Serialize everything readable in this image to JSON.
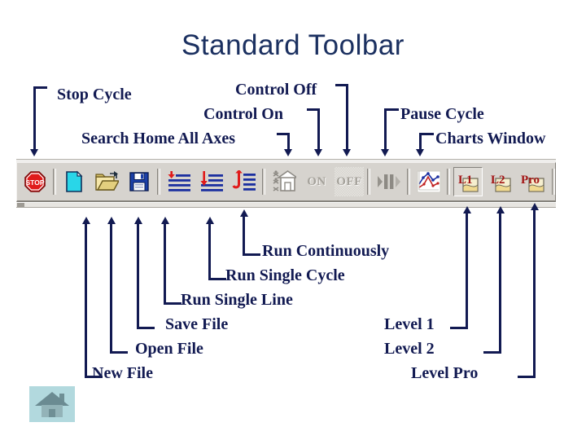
{
  "page": {
    "title": "Standard Toolbar",
    "accent_color": "#121a52",
    "title_color": "#1b3060",
    "toolbar_bg": "#d6d3ce",
    "home_bg": "#b2d9de"
  },
  "callouts_top": [
    {
      "id": "stop-cycle",
      "label": "Stop Cycle"
    },
    {
      "id": "control-off",
      "label": "Control Off"
    },
    {
      "id": "control-on",
      "label": "Control On"
    },
    {
      "id": "search-home",
      "label": "Search Home All Axes"
    },
    {
      "id": "pause-cycle",
      "label": "Pause Cycle"
    },
    {
      "id": "charts-window",
      "label": "Charts Window"
    }
  ],
  "callouts_bottom": [
    {
      "id": "run-continuously",
      "label": "Run Continuously"
    },
    {
      "id": "run-single-cycle",
      "label": "Run Single Cycle"
    },
    {
      "id": "run-single-line",
      "label": "Run Single Line"
    },
    {
      "id": "save-file",
      "label": "Save File"
    },
    {
      "id": "open-file",
      "label": "Open File"
    },
    {
      "id": "new-file",
      "label": "New File"
    },
    {
      "id": "level-1",
      "label": "Level 1"
    },
    {
      "id": "level-2",
      "label": "Level 2"
    },
    {
      "id": "level-pro",
      "label": "Level Pro"
    }
  ],
  "toolbar": {
    "buttons": [
      {
        "id": "stop",
        "icon": "stop-sign-icon",
        "text": "STOP",
        "state": "enabled"
      },
      {
        "id": "new-file",
        "icon": "new-document-icon",
        "text": "",
        "state": "enabled"
      },
      {
        "id": "open-file",
        "icon": "open-folder-icon",
        "text": "",
        "state": "enabled"
      },
      {
        "id": "save-file",
        "icon": "floppy-disk-icon",
        "text": "",
        "state": "enabled"
      },
      {
        "id": "run-single-line",
        "icon": "run-single-line-icon",
        "text": "",
        "state": "enabled"
      },
      {
        "id": "run-single-cycle",
        "icon": "run-single-cycle-icon",
        "text": "",
        "state": "enabled"
      },
      {
        "id": "run-continuously",
        "icon": "run-continuously-icon",
        "text": "",
        "state": "enabled"
      },
      {
        "id": "search-home-all-axes",
        "icon": "home-axes-icon",
        "text": "",
        "state": "disabled"
      },
      {
        "id": "control-on",
        "icon": "control-on-icon",
        "text": "ON",
        "state": "disabled"
      },
      {
        "id": "control-off",
        "icon": "control-off-icon",
        "text": "OFF",
        "state": "disabled-pressed"
      },
      {
        "id": "pause-cycle",
        "icon": "pause-cycle-icon",
        "text": "",
        "state": "disabled"
      },
      {
        "id": "charts-window",
        "icon": "charts-window-icon",
        "text": "",
        "state": "enabled"
      },
      {
        "id": "level-1",
        "icon": "level-1-icon",
        "text": "L1",
        "state": "pressed"
      },
      {
        "id": "level-2",
        "icon": "level-2-icon",
        "text": "L2",
        "state": "enabled"
      },
      {
        "id": "level-pro",
        "icon": "level-pro-icon",
        "text": "Pro",
        "state": "enabled"
      }
    ]
  },
  "footer": {
    "home_icon": "home-icon"
  }
}
